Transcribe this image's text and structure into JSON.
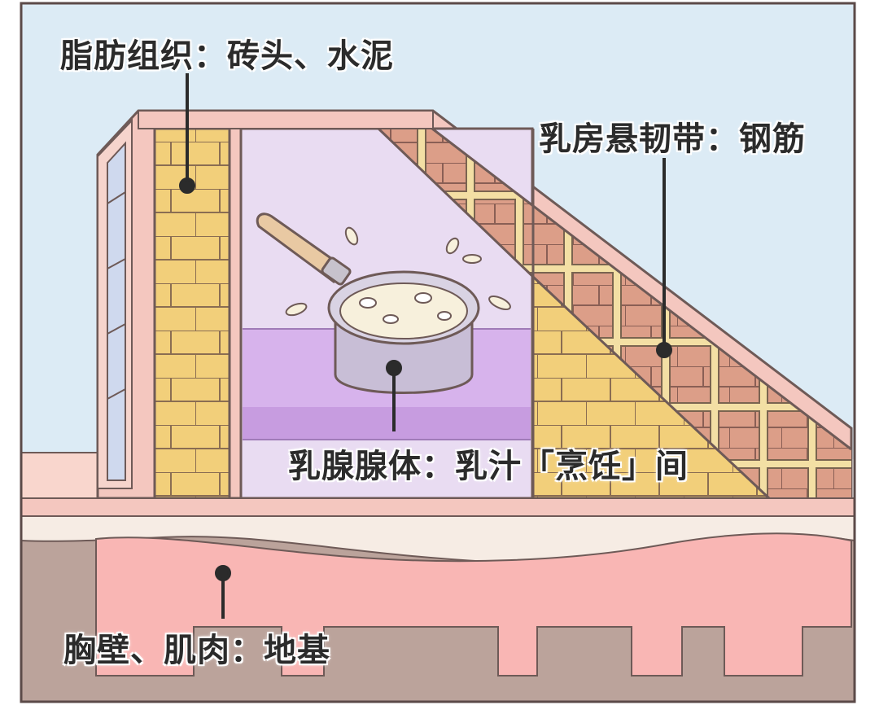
{
  "labels": {
    "fat": "脂肪组织：砖头、水泥",
    "ligament": "乳房悬韧带：钢筋",
    "gland": "乳腺腺体：乳汁「烹饪」间",
    "chest": "胸壁、肌肉：地基"
  },
  "colors": {
    "sky": "#dcebf5",
    "wall_frame": "#f4c7bf",
    "outline": "#6e5a57",
    "yellow_brick": "#f2cf7a",
    "red_brick": "#dc9e88",
    "rebar": "#f3dfa4",
    "room": "#e9dcf2",
    "room_band": "#d7b3ec",
    "foundation_ground": "#bba39b",
    "muscle": "#f9b6b4",
    "pot": "#c8bed6"
  },
  "icons": [
    "saucepan-icon",
    "milk-splash-icon"
  ]
}
